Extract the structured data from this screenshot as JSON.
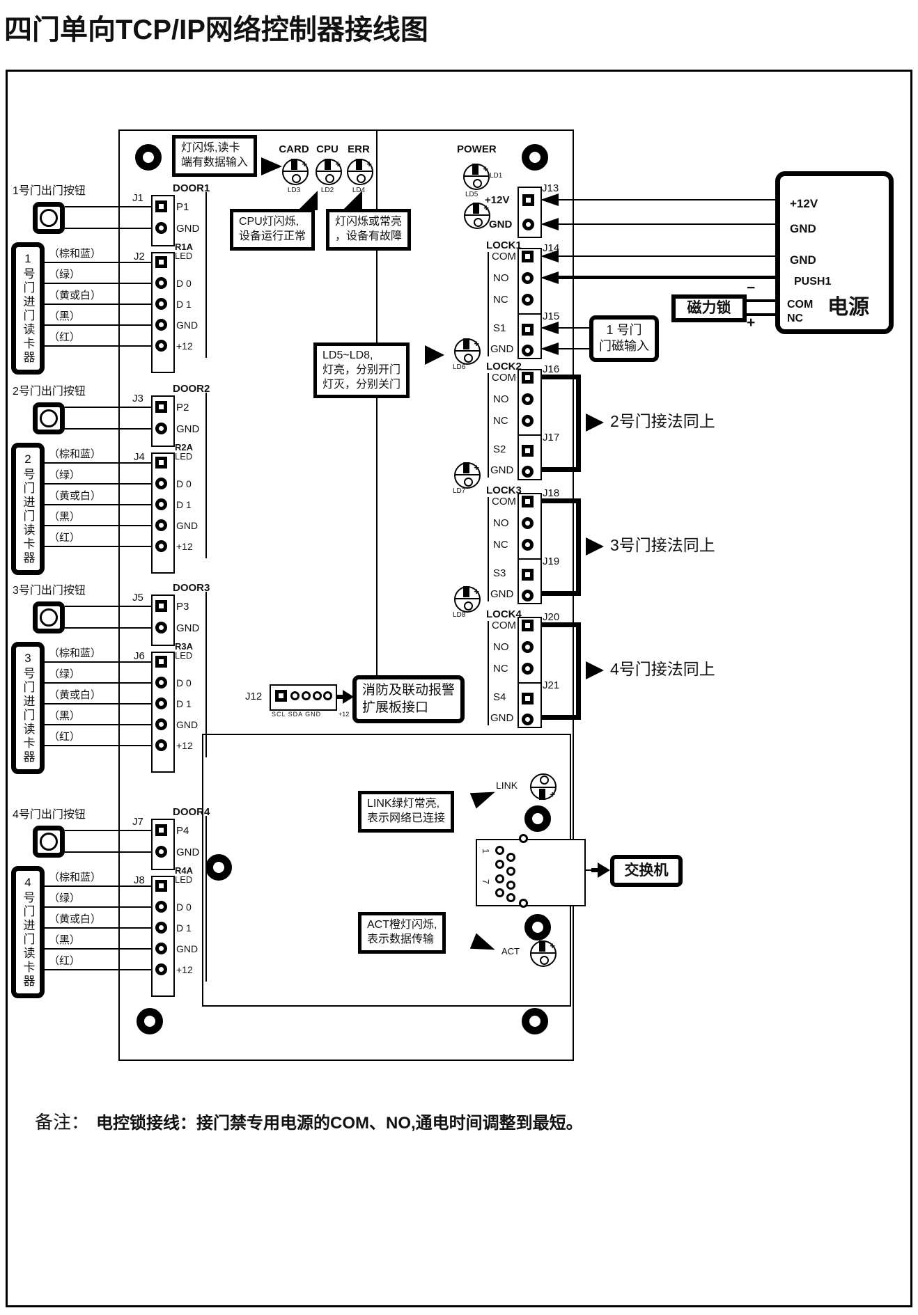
{
  "title": "四门单向TCP/IP网络控制器接线图",
  "top_leds": [
    {
      "label": "CARD",
      "ld": "LD3"
    },
    {
      "label": "CPU",
      "ld": "LD2"
    },
    {
      "label": "ERR",
      "ld": "LD4"
    }
  ],
  "power": {
    "label": "POWER",
    "ld": "LD1"
  },
  "ld5": "LD5",
  "callouts": {
    "reader_data": [
      "灯闪烁,读卡",
      "端有数据输入"
    ],
    "cpu_ok": [
      "CPU灯闪烁,",
      "设备运行正常"
    ],
    "err_fault": [
      "灯闪烁或常亮",
      "，设备有故障"
    ],
    "ld58": [
      "LD5~LD8,",
      "灯亮，分别开门",
      "灯灭，分别关门"
    ],
    "fire": [
      "消防及联动报警",
      "扩展板接口"
    ],
    "link_on": [
      "LINK绿灯常亮,",
      "表示网络已连接"
    ],
    "act_blink": [
      "ACT橙灯闪烁,",
      "表示数据传输"
    ],
    "door1_sensor": [
      "1 号门",
      "门磁输入"
    ]
  },
  "j13": {
    "label": "J13",
    "pin1": "+12V",
    "pin2": "GND"
  },
  "locks": [
    {
      "name": "LOCK1",
      "ja": "J14",
      "ja_pins": [
        "COM",
        "NO",
        "NC"
      ],
      "jb": "J15",
      "jb_pins": [
        "S1",
        "GND"
      ],
      "ld": "",
      "note": ""
    },
    {
      "name": "LOCK2",
      "ja": "J16",
      "ja_pins": [
        "COM",
        "NO",
        "NC"
      ],
      "jb": "J17",
      "jb_pins": [
        "S2",
        "GND"
      ],
      "ld": "LD6",
      "note": "2号门接法同上"
    },
    {
      "name": "LOCK3",
      "ja": "J18",
      "ja_pins": [
        "COM",
        "NO",
        "NC"
      ],
      "jb": "J19",
      "jb_pins": [
        "S3",
        "GND"
      ],
      "ld": "LD7",
      "note": "3号门接法同上"
    },
    {
      "name": "LOCK4",
      "ja": "J20",
      "ja_pins": [
        "COM",
        "NO",
        "NC"
      ],
      "jb": "J21",
      "jb_pins": [
        "S4",
        "GND"
      ],
      "ld": "LD8",
      "note": "4号门接法同上"
    }
  ],
  "doors": [
    {
      "button_label": "1号门出门按钮",
      "ja": "J1",
      "group": "DOOR1",
      "pin_p": "P1",
      "pin_gnd": "GND",
      "jb": "J2",
      "relay": "R1A",
      "relay_pin": "LED",
      "reader_label": "1号门进门读卡器",
      "wire_labels": [
        "（棕和蓝）",
        "（绿）",
        "（黄或白）",
        "（黑）",
        "（红）"
      ],
      "pins": [
        "D 0",
        "D 1",
        "GND",
        "+12"
      ]
    },
    {
      "button_label": "2号门出门按钮",
      "ja": "J3",
      "group": "DOOR2",
      "pin_p": "P2",
      "pin_gnd": "GND",
      "jb": "J4",
      "relay": "R2A",
      "relay_pin": "LED",
      "reader_label": "2号门进门读卡器",
      "wire_labels": [
        "（棕和蓝）",
        "（绿）",
        "（黄或白）",
        "（黑）",
        "（红）"
      ],
      "pins": [
        "D 0",
        "D 1",
        "GND",
        "+12"
      ]
    },
    {
      "button_label": "3号门出门按钮",
      "ja": "J5",
      "group": "DOOR3",
      "pin_p": "P3",
      "pin_gnd": "GND",
      "jb": "J6",
      "relay": "R3A",
      "relay_pin": "LED",
      "reader_label": "3号门进门读卡器",
      "wire_labels": [
        "（棕和蓝）",
        "（绿）",
        "（黄或白）",
        "（黑）",
        "（红）"
      ],
      "pins": [
        "D 0",
        "D 1",
        "GND",
        "+12"
      ]
    },
    {
      "button_label": "4号门出门按钮",
      "ja": "J7",
      "group": "DOOR4",
      "pin_p": "P4",
      "pin_gnd": "GND",
      "jb": "J8",
      "relay": "R4A",
      "relay_pin": "LED",
      "reader_label": "4号门进门读卡器",
      "wire_labels": [
        "（棕和蓝）",
        "（绿）",
        "（黄或白）",
        "（黑）",
        "（红）"
      ],
      "pins": [
        "D 0",
        "D 1",
        "GND",
        "+12"
      ]
    }
  ],
  "j12": {
    "label": "J12",
    "caption": "SCL SDA GND",
    "plus": "+12"
  },
  "psu": {
    "title": "电源",
    "rows": [
      "+12V",
      "GND",
      "GND",
      "PUSH1",
      "COM",
      "NC"
    ],
    "minus_sign": "−",
    "plus_sign": "+"
  },
  "maglock": {
    "label": "磁力锁"
  },
  "eth": {
    "link_label": "LINK",
    "act_label": "ACT",
    "pin_top": "1",
    "pin_bottom": "7",
    "switch_label": "交换机"
  },
  "note": {
    "prefix": "备注：",
    "body": "电控锁接线：接门禁专用电源的COM、NO,通电时间调整到最短。"
  }
}
